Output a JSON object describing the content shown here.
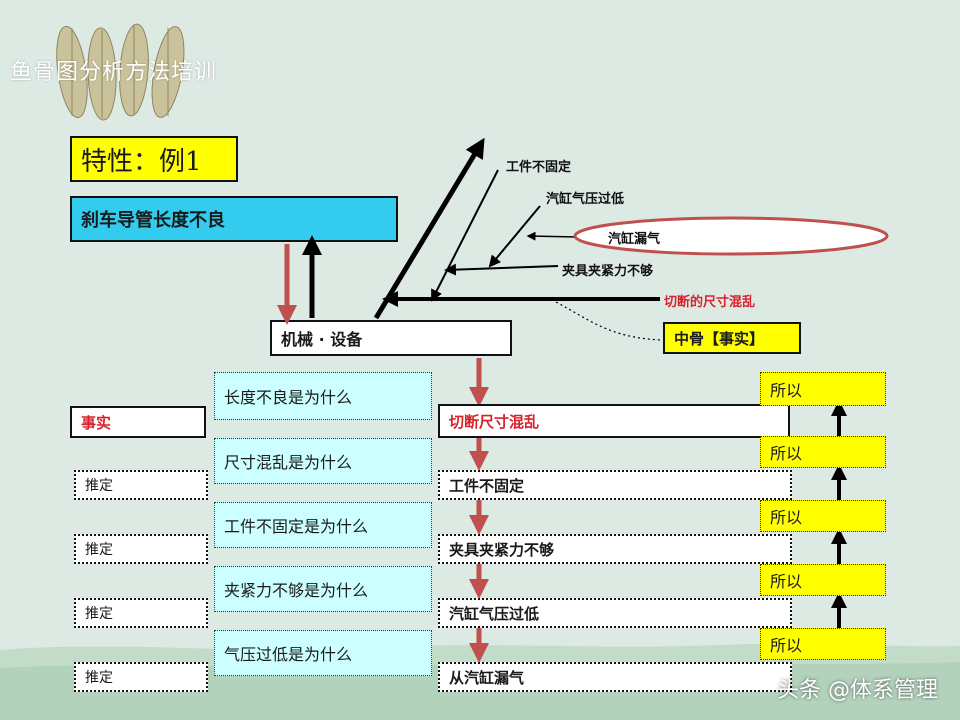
{
  "slide": {
    "title": "鱼骨图分析方法培训",
    "watermark": "头条 @体系管理",
    "example_label": "特性：例1",
    "problem": "刹车导管长度不良",
    "main_bone": "机械 · 设备",
    "middle_bone_label": "中骨【事实】"
  },
  "fishbone": {
    "bones": [
      "工件不固定",
      "汽缸气压过低",
      "汽缸漏气",
      "夹具夹紧力不够",
      "切断的尺寸混乱"
    ]
  },
  "why_analysis": {
    "left_labels": [
      "事实",
      "推定",
      "推定",
      "推定",
      "推定"
    ],
    "questions": [
      "长度不良是为什么",
      "尺寸混乱是为什么",
      "工件不固定是为什么",
      "夹紧力不够是为什么",
      "气压过低是为什么"
    ],
    "answers": [
      "切断尺寸混乱",
      "工件不固定",
      "夹具夹紧力不够",
      "汽缸气压过低",
      "从汽缸漏气"
    ],
    "so_labels": [
      "所以",
      "所以",
      "所以",
      "所以",
      "所以"
    ]
  },
  "colors": {
    "accent_red": "#d8222c",
    "cyan": "#33ccee",
    "light_cyan": "#ccffff",
    "yellow": "#ffff00",
    "arrow_red": "#c0504d"
  }
}
